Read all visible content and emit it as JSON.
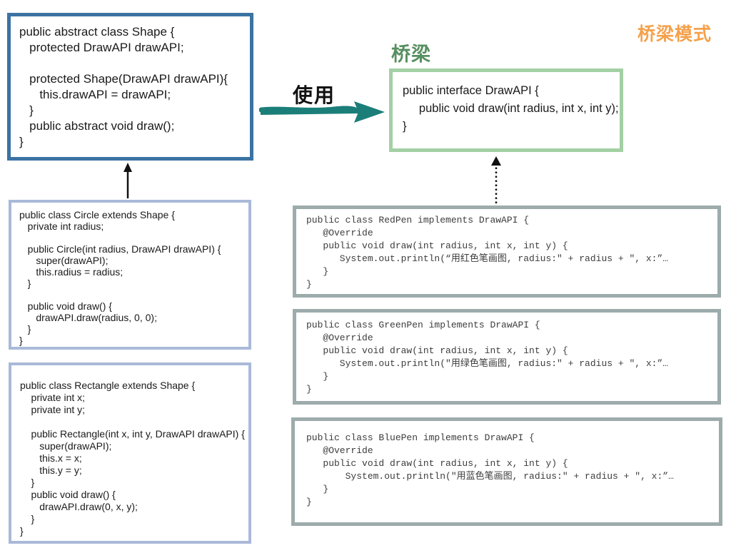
{
  "labels": {
    "pattern_title": "桥梁模式",
    "bridge": "桥梁",
    "use": "使用"
  },
  "colors": {
    "pattern_title": "#F5A14B",
    "bridge_label": "#578F60",
    "use_arrow": "#1B7E79",
    "shape_border": "#3B73A3",
    "subclass_border": "#AAB9D8",
    "interface_border": "#A3D0A4",
    "implementation_border": "#9DABAB",
    "arrow_black": "#111111"
  },
  "boxes": {
    "shape": {
      "code": "public abstract class Shape {\n   protected DrawAPI drawAPI;\n\n   protected Shape(DrawAPI drawAPI){\n      this.drawAPI = drawAPI;\n   }\n   public abstract void draw();\n}"
    },
    "drawapi": {
      "code": "public interface DrawAPI {\n     public void draw(int radius, int x, int y);\n}"
    },
    "circle": {
      "code": "public class Circle extends Shape {\n   private int radius;\n\n   public Circle(int radius, DrawAPI drawAPI) {\n      super(drawAPI);\n      this.radius = radius;\n   }\n\n   public void draw() {\n      drawAPI.draw(radius, 0, 0);\n   }\n}"
    },
    "rectangle": {
      "code": "public class Rectangle extends Shape {\n    private int x;\n    private int y;\n\n    public Rectangle(int x, int y, DrawAPI drawAPI) {\n       super(drawAPI);\n       this.x = x;\n       this.y = y;\n    }\n    public void draw() {\n       drawAPI.draw(0, x, y);\n    }\n}"
    },
    "redpen": {
      "code": "public class RedPen implements DrawAPI {\n   @Override\n   public void draw(int radius, int x, int y) {\n      System.out.println(“用红色笔画图, radius:\" + radius + \", x:”…\n   }\n}"
    },
    "greenpen": {
      "code": "public class GreenPen implements DrawAPI {\n   @Override\n   public void draw(int radius, int x, int y) {\n      System.out.println(\"用绿色笔画图, radius:\" + radius + \", x:”…\n   }\n}"
    },
    "bluepen": {
      "code": "public class BluePen implements DrawAPI {\n   @Override\n   public void draw(int radius, int x, int y) {\n       System.out.println(\"用蓝色笔画图, radius:\" + radius + \", x:”…\n   }\n}"
    }
  }
}
